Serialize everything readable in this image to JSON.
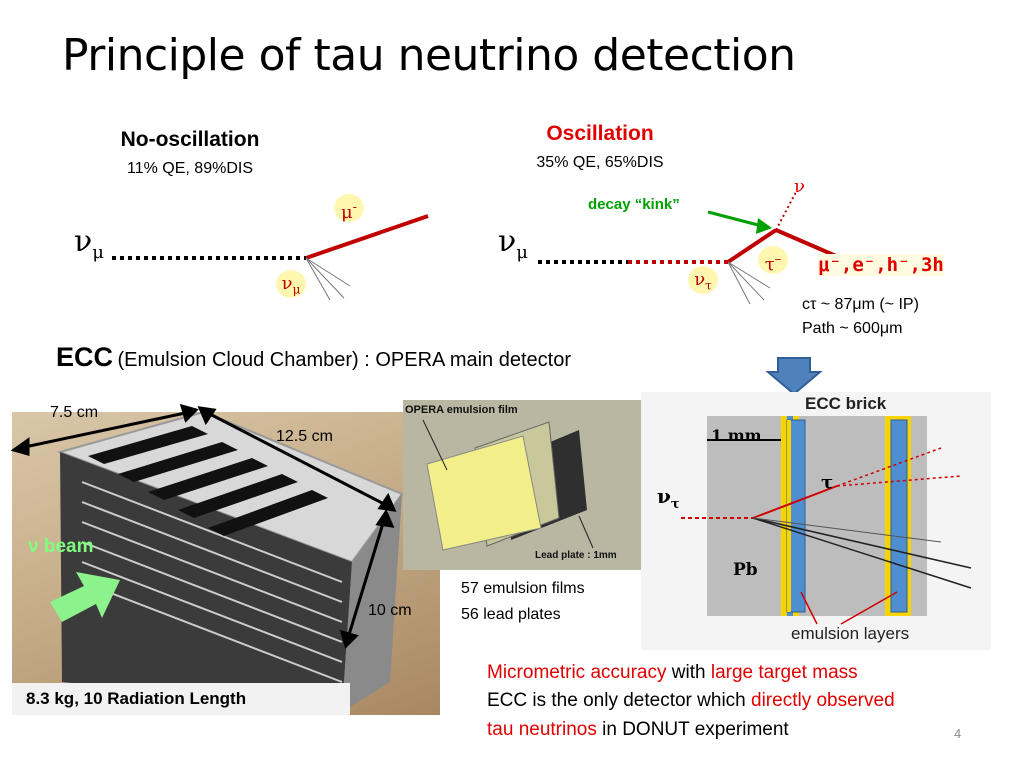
{
  "slide": {
    "title": "Principle of tau neutrino detection",
    "page_number": "4"
  },
  "no_oscillation": {
    "heading": "No-oscillation",
    "subheading": "11% QE, 89%DIS",
    "incoming": "ν",
    "incoming_sub": "μ",
    "lepton": "μ",
    "lepton_sup": "-",
    "outgoing_nu": "ν",
    "outgoing_nu_sub": "μ"
  },
  "oscillation": {
    "heading": "Oscillation",
    "subheading": "35% QE, 65%DIS",
    "incoming": "ν",
    "incoming_sub": "μ",
    "kink_label": "decay “kink”",
    "nu_label": "ν",
    "tau_label": "τ",
    "tau_sup": "–",
    "outgoing_nu": "ν",
    "outgoing_nu_sub": "τ",
    "products": "μ⁻,e⁻,h⁻,3h",
    "ctau_line": "cτ ~ 87μm (~ IP)",
    "path_line": "Path ~ 600μm"
  },
  "ecc": {
    "abbr": "ECC",
    "description": "(Emulsion Cloud Chamber) : OPERA main detector"
  },
  "brick_photo": {
    "dim_width": "7.5 cm",
    "dim_length": "12.5 cm",
    "dim_height": "10 cm",
    "beam_label": "ν beam",
    "caption": "8.3 kg,  10 Radiation Length"
  },
  "film_photo": {
    "film_label": "OPERA emulsion film",
    "lead_label": "Lead plate : 1mm",
    "count_films": "57 emulsion films",
    "count_plates": "56 lead plates"
  },
  "brick_diagram": {
    "title": "ECC brick",
    "scale": "1 mm",
    "nu_tau": "ν",
    "nu_tau_sub": "τ",
    "tau": "τ",
    "pb": "Pb",
    "layers": "emulsion layers"
  },
  "summary": {
    "line1_a": "Micrometric accuracy",
    "line1_b": " with ",
    "line1_c": "large target mass",
    "line2_a": "ECC is the only detector which ",
    "line2_b": "directly observed",
    "line3_a": "tau neutrinos",
    "line3_b": " in DONUT experiment"
  },
  "colors": {
    "track_red": "#c00000",
    "accent_red": "#e00000",
    "accent_green": "#00a000",
    "arrow_blue": "#4f81bd",
    "badge_yellow": "#fff7b0"
  }
}
